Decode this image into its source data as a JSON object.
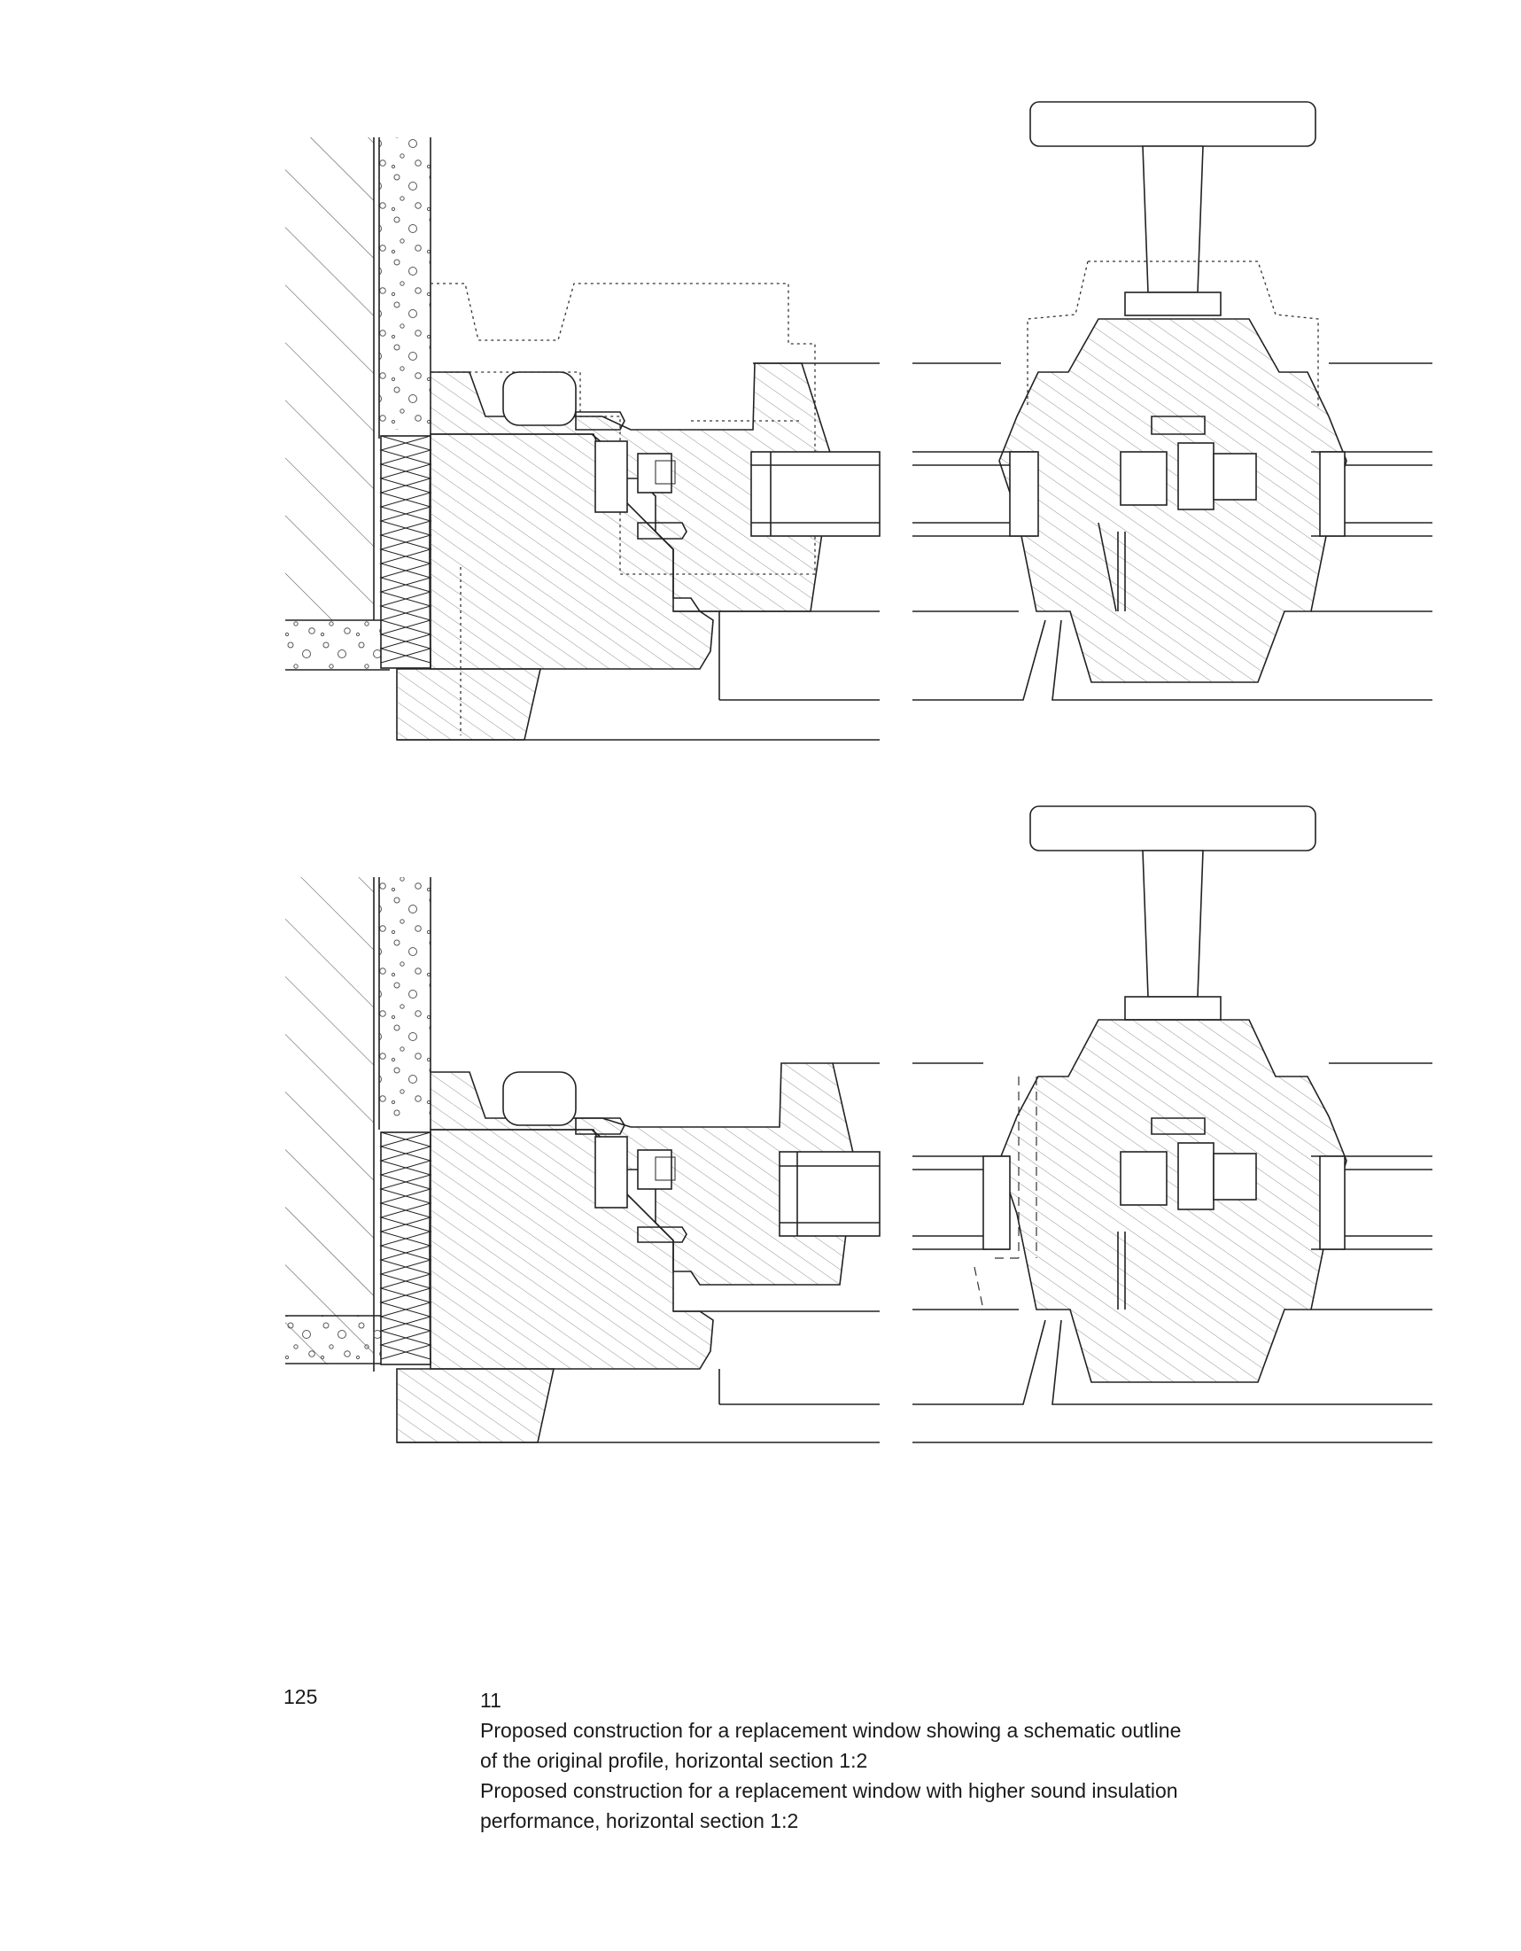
{
  "page": {
    "number": "125"
  },
  "caption": {
    "figure_number": "11",
    "line1": "Proposed construction for a replacement window showing a schematic outline",
    "line2": "of the original profile, horizontal section  1:2",
    "line3": "Proposed construction for a replacement window with higher sound insulation",
    "line4": "performance, horizontal section  1:2"
  },
  "drawing": {
    "sections": [
      {
        "variant": "replacement-window-with-original-outline"
      },
      {
        "variant": "replacement-window-higher-sound-insulation"
      }
    ]
  }
}
